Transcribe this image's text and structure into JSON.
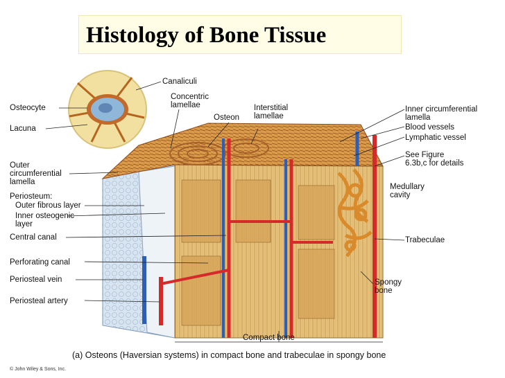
{
  "title": "Histology of Bone Tissue",
  "labels": {
    "canaliculi": "Canaliculi",
    "osteocyte": "Osteocyte",
    "lacuna": "Lacuna",
    "concentric_lamellae": "Concentric\nlamellae",
    "osteon": "Osteon",
    "interstitial_lamellae": "Interstitial\nlamellae",
    "inner_circumferential_lamella": "Inner circumferential\nlamella",
    "blood_vessels": "Blood vessels",
    "lymphatic_vessel": "Lymphatic vessel",
    "see_figure": "See Figure\n6.3b,c for details",
    "medullary_cavity": "Medullary\ncavity",
    "outer_circumferential_lamella": "Outer\ncircumferential\nlamella",
    "periosteum": "Periosteum:",
    "outer_fibrous_layer": "Outer fibrous layer",
    "inner_osteogenic_layer": "Inner osteogenic\nlayer",
    "central_canal": "Central canal",
    "trabeculae": "Trabeculae",
    "perforating_canal": "Perforating canal",
    "periosteal_vein": "Periosteal vein",
    "spongy_bone": "Spongy\nbone",
    "periosteal_artery": "Periosteal artery",
    "compact_bone": "Compact bone"
  },
  "caption": "(a) Osteons (Haversian systems) in compact bone and trabeculae in spongy bone",
  "copyright": "© John Wiley & Sons, Inc.",
  "colors": {
    "bone": "#e6c27a",
    "bone_dark": "#c8963e",
    "artery": "#d42a2a",
    "vein": "#2f5fb3",
    "periosteum": "#c9d8ea",
    "inset_bg": "#f1e0a0"
  }
}
